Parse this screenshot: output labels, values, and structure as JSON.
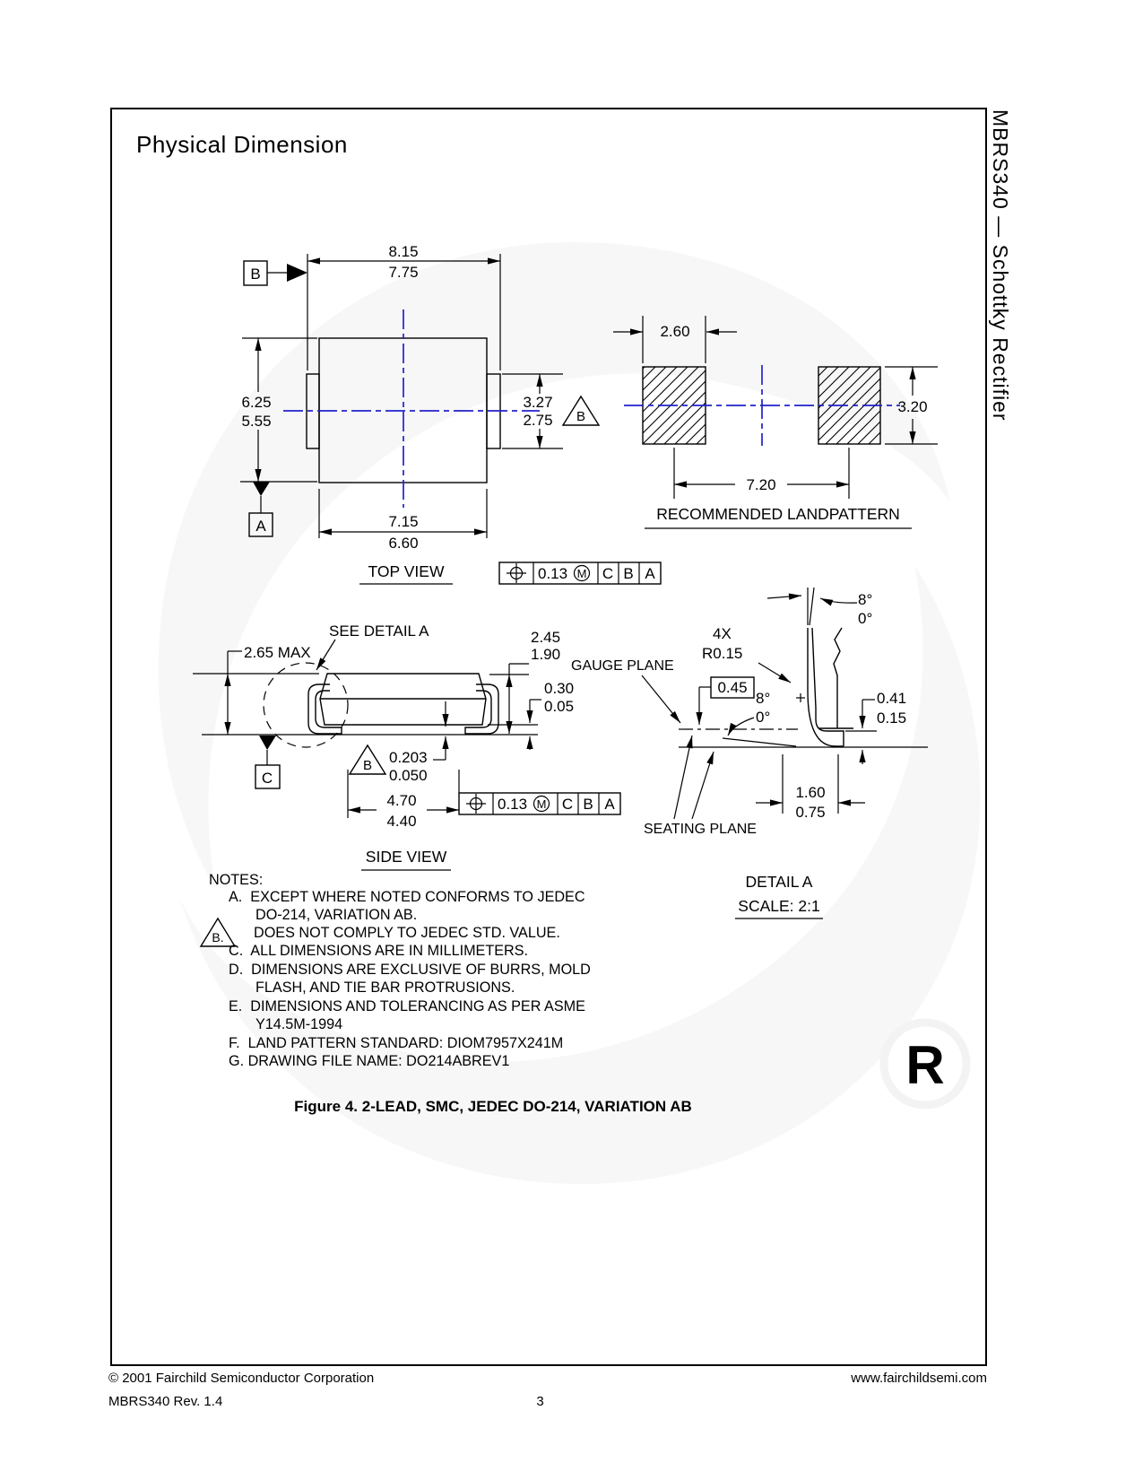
{
  "page": {
    "title": "Physical Dimension",
    "side_title": "MBRS340 — Schottky Rectifier",
    "figure_caption": "Figure 4. 2-LEAD, SMC, JEDEC DO-214, VARIATION AB",
    "page_number": "3",
    "copyright": "© 2001 Fairchild Semiconductor Corporation",
    "website": "www.fairchildsemi.com",
    "revision": "MBRS340 Rev. 1.4"
  },
  "colors": {
    "centerline_blue": "#2222cc",
    "watermark_gray": "#f6f6f6"
  },
  "watermark": {
    "registered_symbol": "R"
  },
  "top_view": {
    "label": "TOP VIEW",
    "datum_a": "A",
    "datum_b": "B",
    "flag_b": "B",
    "dim_overall_max": "8.15",
    "dim_overall_min": "7.75",
    "dim_height_max": "6.25",
    "dim_height_min": "5.55",
    "dim_tab_max": "3.27",
    "dim_tab_min": "2.75",
    "dim_body_max": "7.15",
    "dim_body_min": "6.60"
  },
  "landpattern": {
    "label": "RECOMMENDED LANDPATTERN",
    "pad_width": "2.60",
    "pad_height": "3.20",
    "pitch": "7.20"
  },
  "side_view": {
    "label": "SIDE VIEW",
    "see_detail": "SEE DETAIL A",
    "height_max": "2.65 MAX",
    "datum_c": "C",
    "flag_b": "B",
    "dim_lead_max": "2.45",
    "dim_lead_min": "1.90",
    "standoff_max": "0.30",
    "standoff_min": "0.05",
    "thickness_max": "0.203",
    "thickness_min": "0.050",
    "foot_span_max": "4.70",
    "foot_span_min": "4.40"
  },
  "detail_a": {
    "label": "DETAIL A",
    "scale": "SCALE: 2:1",
    "gauge_plane": "GAUGE PLANE",
    "seating_plane": "SEATING PLANE",
    "top_angle_max": "8°",
    "top_angle_min": "0°",
    "foot_angle_max": "8°",
    "foot_angle_min": "0°",
    "radius_count": "4X",
    "radius": "R0.15",
    "gauge_offset": "0.45",
    "foot_height_max": "0.41",
    "foot_height_min": "0.15",
    "foot_len_max": "1.60",
    "foot_len_min": "0.75"
  },
  "fcf": {
    "tolerance": "0.13",
    "modifier": "M",
    "datum_1": "C",
    "datum_2": "B",
    "datum_3": "A"
  },
  "notes": {
    "header": "NOTES:",
    "a1": "A.  EXCEPT WHERE NOTED CONFORMS TO JEDEC",
    "a2": "DO-214, VARIATION AB.",
    "b_flag": "B.",
    "b": "DOES NOT COMPLY TO JEDEC STD. VALUE.",
    "c": "C.  ALL DIMENSIONS ARE IN MILLIMETERS.",
    "d1": "D.  DIMENSIONS ARE EXCLUSIVE OF BURRS, MOLD",
    "d2": "FLASH, AND TIE BAR PROTRUSIONS.",
    "e1": "E.  DIMENSIONS AND TOLERANCING AS PER ASME",
    "e2": "Y14.5M-1994",
    "f": "F.  LAND PATTERN STANDARD: DIOM7957X241M",
    "g": "G. DRAWING FILE NAME: DO214ABREV1"
  }
}
